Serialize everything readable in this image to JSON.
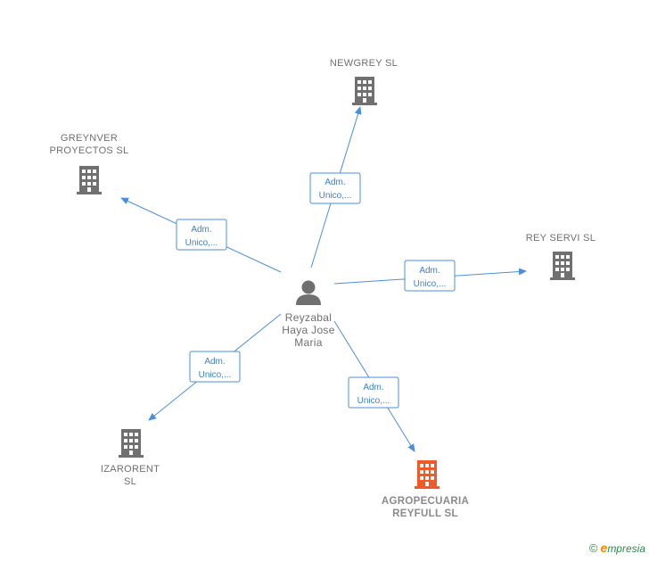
{
  "center": {
    "name": "Reyzabal\nHaya Jose\nMaria",
    "icon": "person-icon"
  },
  "companies": [
    {
      "id": "newgrey",
      "name": "NEWGREY  SL",
      "icon": "building-icon",
      "color": "#707070"
    },
    {
      "id": "greynver",
      "name": "GREYNVER\nPROYECTOS SL",
      "icon": "building-icon",
      "color": "#707070"
    },
    {
      "id": "reyservi",
      "name": "REY SERVI  SL",
      "icon": "building-icon",
      "color": "#707070"
    },
    {
      "id": "izarorent",
      "name": "IZARORENT\nSL",
      "icon": "building-icon",
      "color": "#707070"
    },
    {
      "id": "agropecuaria",
      "name": "AGROPECUARIA\nREYFULL  SL",
      "icon": "building-icon",
      "color": "#f05a28"
    }
  ],
  "edges": [
    {
      "to": "newgrey",
      "label_line1": "Adm.",
      "label_line2": "Unico,..."
    },
    {
      "to": "greynver",
      "label_line1": "Adm.",
      "label_line2": "Unico,..."
    },
    {
      "to": "reyservi",
      "label_line1": "Adm.",
      "label_line2": "Unico,..."
    },
    {
      "to": "izarorent",
      "label_line1": "Adm.",
      "label_line2": "Unico,..."
    },
    {
      "to": "agropecuaria",
      "label_line1": "Adm.",
      "label_line2": "Unico,..."
    }
  ],
  "colors": {
    "edge": "#4a8fdd",
    "building": "#707070",
    "highlight": "#f05a28",
    "person": "#707070"
  },
  "footer": {
    "copyright": "©",
    "brand_initial": "e",
    "brand_rest": "mpresia"
  }
}
